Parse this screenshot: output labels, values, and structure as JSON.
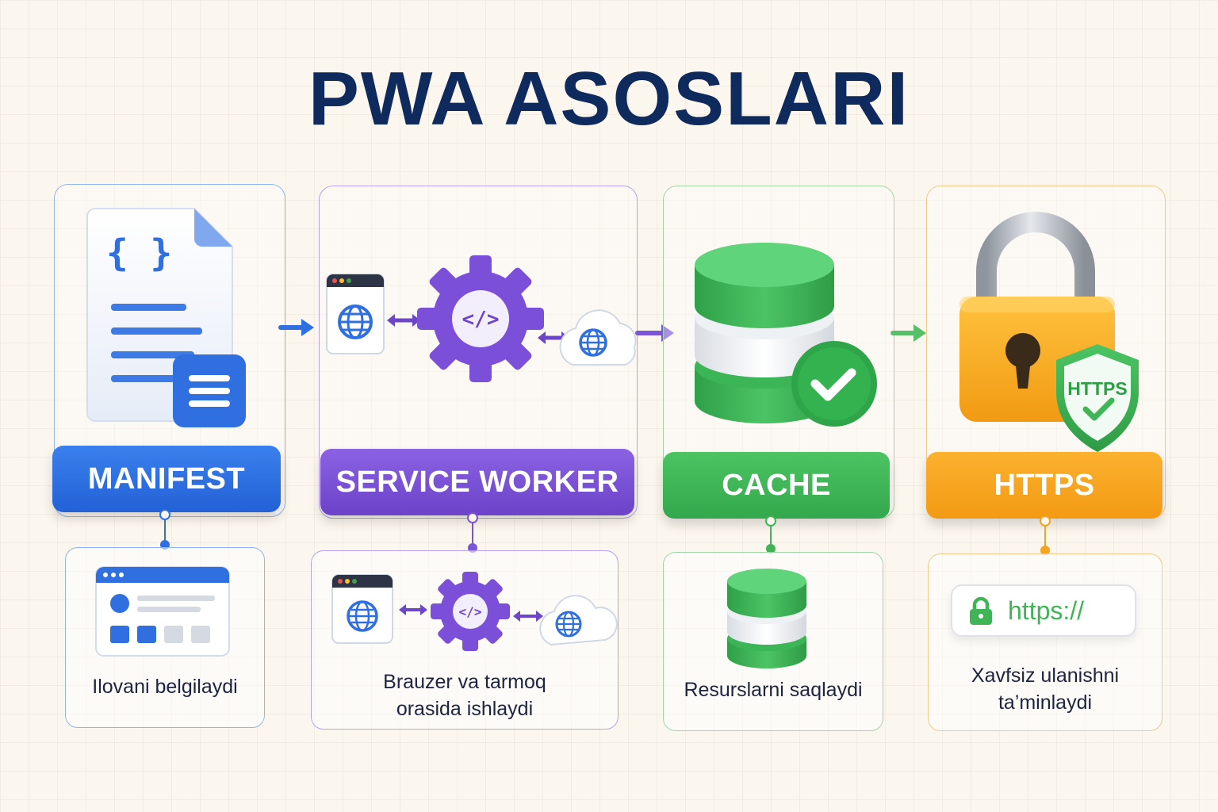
{
  "title": "PWA ASOSLARI",
  "colors": {
    "manifest": "#2f6fe0",
    "service_worker": "#7c55d6",
    "cache": "#3fb556",
    "https": "#f5a323",
    "title": "#0f2a5c"
  },
  "cards": [
    {
      "label": "MANIFEST",
      "description": [
        "Ilovani belgilaydi"
      ],
      "icon": "manifest-document-icon",
      "desc_icon": "app-window-icon"
    },
    {
      "label": "SERVICE WORKER",
      "description": [
        "Brauzer va tarmoq",
        "orasida ishlaydi"
      ],
      "icon": "gear-code-icon",
      "desc_icon": "browser-gear-cloud-icon"
    },
    {
      "label": "CACHE",
      "description": [
        "Resurslarni saqlaydi"
      ],
      "icon": "database-check-icon",
      "desc_icon": "database-icon"
    },
    {
      "label": "HTTPS",
      "description": [
        "Xavfsiz ulanishni",
        "ta’minlaydi"
      ],
      "icon": "padlock-icon",
      "desc_icon": "https-address-bar-icon"
    }
  ],
  "badges": {
    "braces": "{ }",
    "code": "</>",
    "https_shield": "HTTPS",
    "address": "https://"
  }
}
